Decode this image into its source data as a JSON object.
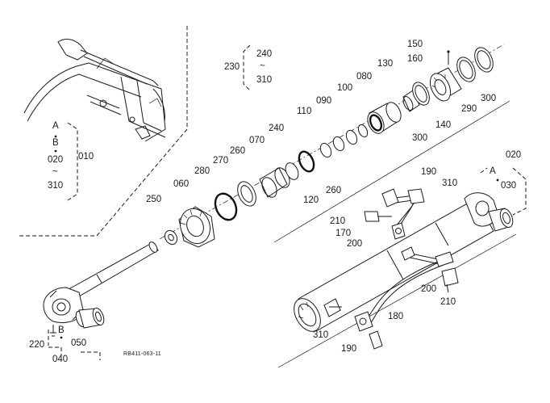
{
  "diagram": {
    "labels": [
      {
        "id": "p150",
        "text": "150"
      },
      {
        "id": "p160",
        "text": "160"
      },
      {
        "id": "p240a",
        "text": "240"
      },
      {
        "id": "p230",
        "text": "230"
      },
      {
        "id": "p310a",
        "text": "310"
      },
      {
        "id": "p130",
        "text": "130"
      },
      {
        "id": "p080",
        "text": "080"
      },
      {
        "id": "p100",
        "text": "100"
      },
      {
        "id": "p090",
        "text": "090"
      },
      {
        "id": "p110",
        "text": "110"
      },
      {
        "id": "p300a",
        "text": "300"
      },
      {
        "id": "p290",
        "text": "290"
      },
      {
        "id": "p140",
        "text": "140"
      },
      {
        "id": "p240b",
        "text": "240"
      },
      {
        "id": "p300b",
        "text": "300"
      },
      {
        "id": "p070",
        "text": "070"
      },
      {
        "id": "p260a",
        "text": "260"
      },
      {
        "id": "p270",
        "text": "270"
      },
      {
        "id": "p280",
        "text": "280"
      },
      {
        "id": "p060",
        "text": "060"
      },
      {
        "id": "p250",
        "text": "250"
      },
      {
        "id": "p120",
        "text": "120"
      },
      {
        "id": "p260b",
        "text": "260"
      },
      {
        "id": "p010",
        "text": "010"
      },
      {
        "id": "pA1",
        "text": "A"
      },
      {
        "id": "pB1",
        "text": "B"
      },
      {
        "id": "p020a",
        "text": "020"
      },
      {
        "id": "p310b",
        "text": "310"
      },
      {
        "id": "p020b",
        "text": "020"
      },
      {
        "id": "pA2",
        "text": "A"
      },
      {
        "id": "p030",
        "text": "030"
      },
      {
        "id": "p190a",
        "text": "190"
      },
      {
        "id": "p310c",
        "text": "310"
      },
      {
        "id": "p210a",
        "text": "210"
      },
      {
        "id": "p170",
        "text": "170"
      },
      {
        "id": "p200a",
        "text": "200"
      },
      {
        "id": "p200b",
        "text": "200"
      },
      {
        "id": "p210b",
        "text": "210"
      },
      {
        "id": "p180",
        "text": "180"
      },
      {
        "id": "p310d",
        "text": "310"
      },
      {
        "id": "p190b",
        "text": "190"
      },
      {
        "id": "p220",
        "text": "220"
      },
      {
        "id": "pB2",
        "text": "B"
      },
      {
        "id": "p050",
        "text": "050"
      },
      {
        "id": "p040",
        "text": "040"
      }
    ],
    "tilde": "~",
    "drawing_code": "RB411-063-11"
  }
}
